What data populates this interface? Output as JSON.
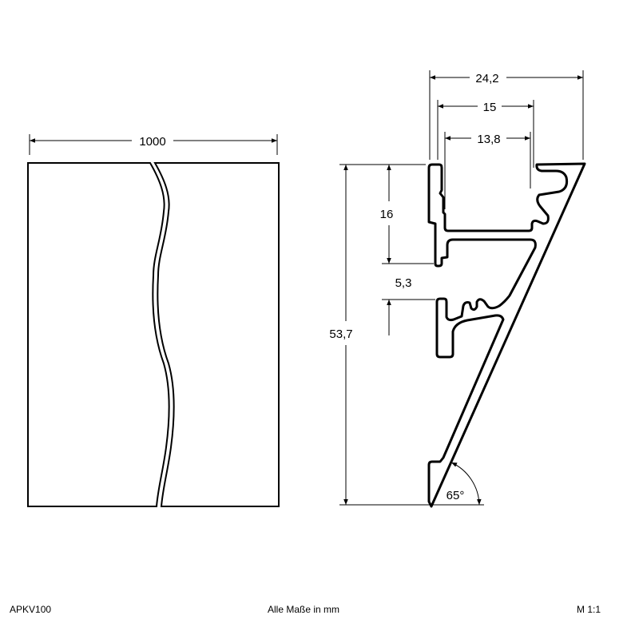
{
  "drawing": {
    "length_dimension": "1000",
    "width_total": "24,2",
    "width_opening": "15",
    "width_inner": "13,8",
    "height_total": "53,7",
    "height_channel": "16",
    "gap_height": "5,3",
    "angle": "65°"
  },
  "footer": {
    "article_number": "APKV100",
    "units_note": "Alle Maße in mm",
    "scale": "M 1:1"
  }
}
